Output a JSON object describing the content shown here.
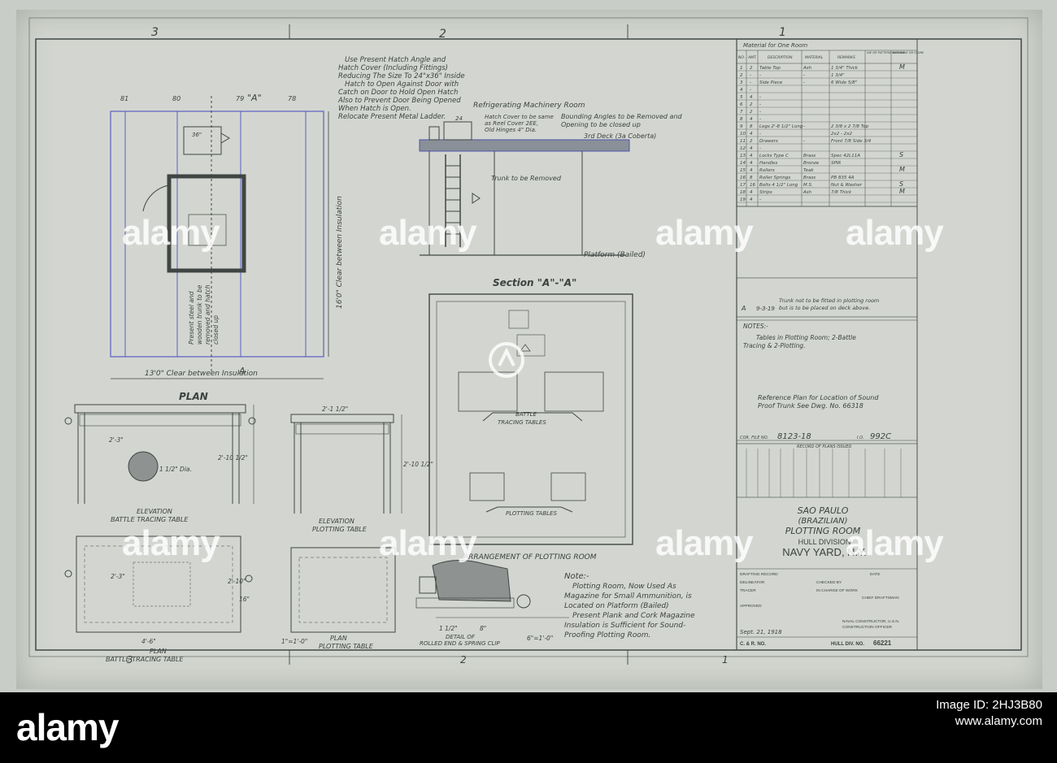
{
  "zone_labels": {
    "top": [
      "3",
      "2",
      "1"
    ],
    "bottom": [
      "3",
      "2",
      "1"
    ]
  },
  "hatch_note": [
    "Use Present Hatch Angle and",
    "Hatch Cover (Including Fittings)",
    "Reducing The Size To 24\"x36\" Inside",
    "Hatch to Open Against Door with",
    "Catch on Door to Hold Open Hatch",
    "Also to Prevent Door Being Opened",
    "When Hatch is Open.",
    "Relocate Present Metal Ladder."
  ],
  "plan": {
    "frames": [
      "81",
      "80",
      "79",
      "78"
    ],
    "section_mark": "\"A\"",
    "section_mark_bottom": "A",
    "hatch_dim": "36\"",
    "width_dim": "13'0\" Clear between Insulation",
    "height_dim": "16'0\" Clear between Insulation",
    "vertical_note": [
      "Present steel and",
      "wooden trunk to be",
      "removed and hatch",
      "closed up"
    ],
    "title": "PLAN"
  },
  "section": {
    "room_label": "Refrigerating Machinery Room",
    "hatch_cover_note": [
      "Hatch Cover to be same",
      "as Reel Cover 2EE,",
      "Old Hinges 4\" Dia."
    ],
    "bounding_note": [
      "Bounding Angles to be Removed and",
      "Opening to be closed up"
    ],
    "deck_label": "3rd Deck (3a Coberta)",
    "trunk_note": "Trunk to be Removed",
    "platform_label": "Platform (Bailed)",
    "dim_24": "24",
    "title": "Section \"A\"-\"A\""
  },
  "arrangement": {
    "battle_label": [
      "BATTLE",
      "TRACING TABLES"
    ],
    "plotting_label": "PLOTTING TABLES",
    "title": "ARRANGEMENT OF PLOTTING ROOM"
  },
  "battle_elevation": {
    "dims": [
      "2'-3\"",
      "1 1/2\" Dia.",
      "2'-10 1/2\""
    ],
    "title": [
      "ELEVATION",
      "BATTLE TRACING TABLE"
    ]
  },
  "plotting_elevation": {
    "dims": [
      "2'-1 1/2\"",
      "2'-10 1/2\""
    ],
    "title": [
      "ELEVATION",
      "PLOTTING TABLE"
    ]
  },
  "battle_plan": {
    "dims": [
      "2'-3\"",
      "4'-6\"",
      "2'-10\"",
      "16\""
    ],
    "title": [
      "PLAN",
      "BATTLE TRACING TABLE"
    ]
  },
  "plotting_plan": {
    "scale": "1\"=1'-0\"",
    "title": [
      "PLAN",
      "PLOTTING TABLE"
    ]
  },
  "detail": {
    "dims": [
      "1 1/2\"",
      "8\"",
      "6\"=1'-0\""
    ],
    "title": [
      "DETAIL OF",
      "ROLLED END & SPRING CLIP"
    ]
  },
  "note": {
    "heading": "Note:-",
    "lines": [
      "Plotting Room, Now Used As",
      "Magazine for Small Ammunition, is",
      "Located on Platform (Bailed)",
      "Present Plank and Cork Magazine",
      "Insulation is Sufficient for Sound-",
      "Proofing Plotting Room."
    ]
  },
  "material_table": {
    "header": "Material for One Room",
    "columns": [
      "NO.",
      "AMT.",
      "DESCRIPTION",
      "MATERIAL",
      "REMARKS",
      "DIE OR PATTERN NUMBER",
      "BUY MAKE OR STORE"
    ],
    "rows": [
      [
        "1",
        "2",
        "Table Top",
        "Ash",
        "1 3/4\" Thick",
        "",
        "M"
      ],
      [
        "2",
        "-",
        "-",
        "-",
        "1 3/4\"",
        "",
        ""
      ],
      [
        "3",
        "-",
        "Side Piece",
        "-",
        "6 Wide 5/8\"",
        "",
        ""
      ],
      [
        "4",
        "-",
        "",
        "",
        "",
        "",
        ""
      ],
      [
        "5",
        "4",
        "-",
        "",
        "",
        "",
        ""
      ],
      [
        "6",
        "2",
        "-",
        "",
        "",
        "",
        ""
      ],
      [
        "7",
        "2",
        "-",
        "",
        "",
        "",
        ""
      ],
      [
        "8",
        "4",
        "-",
        "",
        "",
        "",
        ""
      ],
      [
        "9",
        "8",
        "Legs 2'-8 1/2\" Long",
        "-",
        "2 3/8 x 2 7/8 Top",
        "",
        ""
      ],
      [
        "10",
        "4",
        "-",
        "",
        "2x2 - 2x2",
        "",
        ""
      ],
      [
        "11",
        "2",
        "Drawers",
        "-",
        "Front 7/8 Side 3/4",
        "",
        ""
      ],
      [
        "12",
        "4",
        "-",
        "",
        "",
        "",
        ""
      ],
      [
        "13",
        "4",
        "Locks Type C",
        "Brass",
        "Spec 42L11A",
        "",
        "S"
      ],
      [
        "14",
        "4",
        "Handles",
        "Bronze",
        "SPIR",
        "",
        ""
      ],
      [
        "15",
        "4",
        "Rollers",
        "Teak",
        "",
        "",
        "M"
      ],
      [
        "16",
        "8",
        "Roller Springs",
        "Brass",
        "PB 835 4A",
        "",
        ""
      ],
      [
        "17",
        "16",
        "Bolts 4 1/2\" Long",
        "M.S.",
        "Nut & Washer",
        "",
        "S"
      ],
      [
        "18",
        "4",
        "Strips",
        "Ash",
        "7/8 Thick",
        "",
        "M"
      ],
      [
        "19",
        "4",
        "-",
        "",
        "",
        "",
        ""
      ]
    ]
  },
  "revision": {
    "mark": "A",
    "date": "9-3-19",
    "text": [
      "Trunk not to be fitted in plotting room",
      "but is to be placed on deck above."
    ]
  },
  "notes": {
    "heading": "NOTES:-",
    "lines": [
      "Tables in Plotting Room; 2-Battle",
      "Tracing & 2-Plotting."
    ],
    "reference": [
      "Reference Plan for Location of Sound",
      "Proof Trunk See Dwg. No. 66318"
    ]
  },
  "file_no": {
    "cor_label": "COR. FILE NO.",
    "cor_value": "8123-18",
    "io_label": "I.O.",
    "io_value": "992C"
  },
  "record": {
    "heading": "RECORD OF PLANS ISSUED"
  },
  "title_block": {
    "ship": "SAO PAULO",
    "nation": "(BRAZILIAN)",
    "room": "PLOTTING ROOM",
    "division": "HULL DIVISION",
    "yard": "NAVY YARD, N.Y.",
    "drafting": "DRAFTING RECORD",
    "date_label": "DATE",
    "delineator": "DELINEATOR",
    "tracer": "TRACER",
    "checked": "CHECKED BY",
    "in_charge": "IN CHARGE OF WORK",
    "chief": "CHIEF DRAFTSMAN",
    "approved": "APPROVED",
    "constructor": "NAVAL CONSTRUCTOR, U.S.N.",
    "construction_officer": "CONSTRUCTION OFFICER",
    "date_value": "Sept. 21, 1918",
    "cr_no": "C. & R. NO.",
    "hull_div_no_label": "HULL DIV. NO.",
    "hull_div_no": "66221"
  },
  "watermark": {
    "text": "alamy"
  },
  "footer": {
    "logo": "alamy",
    "image_id_label": "Image ID: 2HJ3B80",
    "url": "www.alamy.com"
  }
}
